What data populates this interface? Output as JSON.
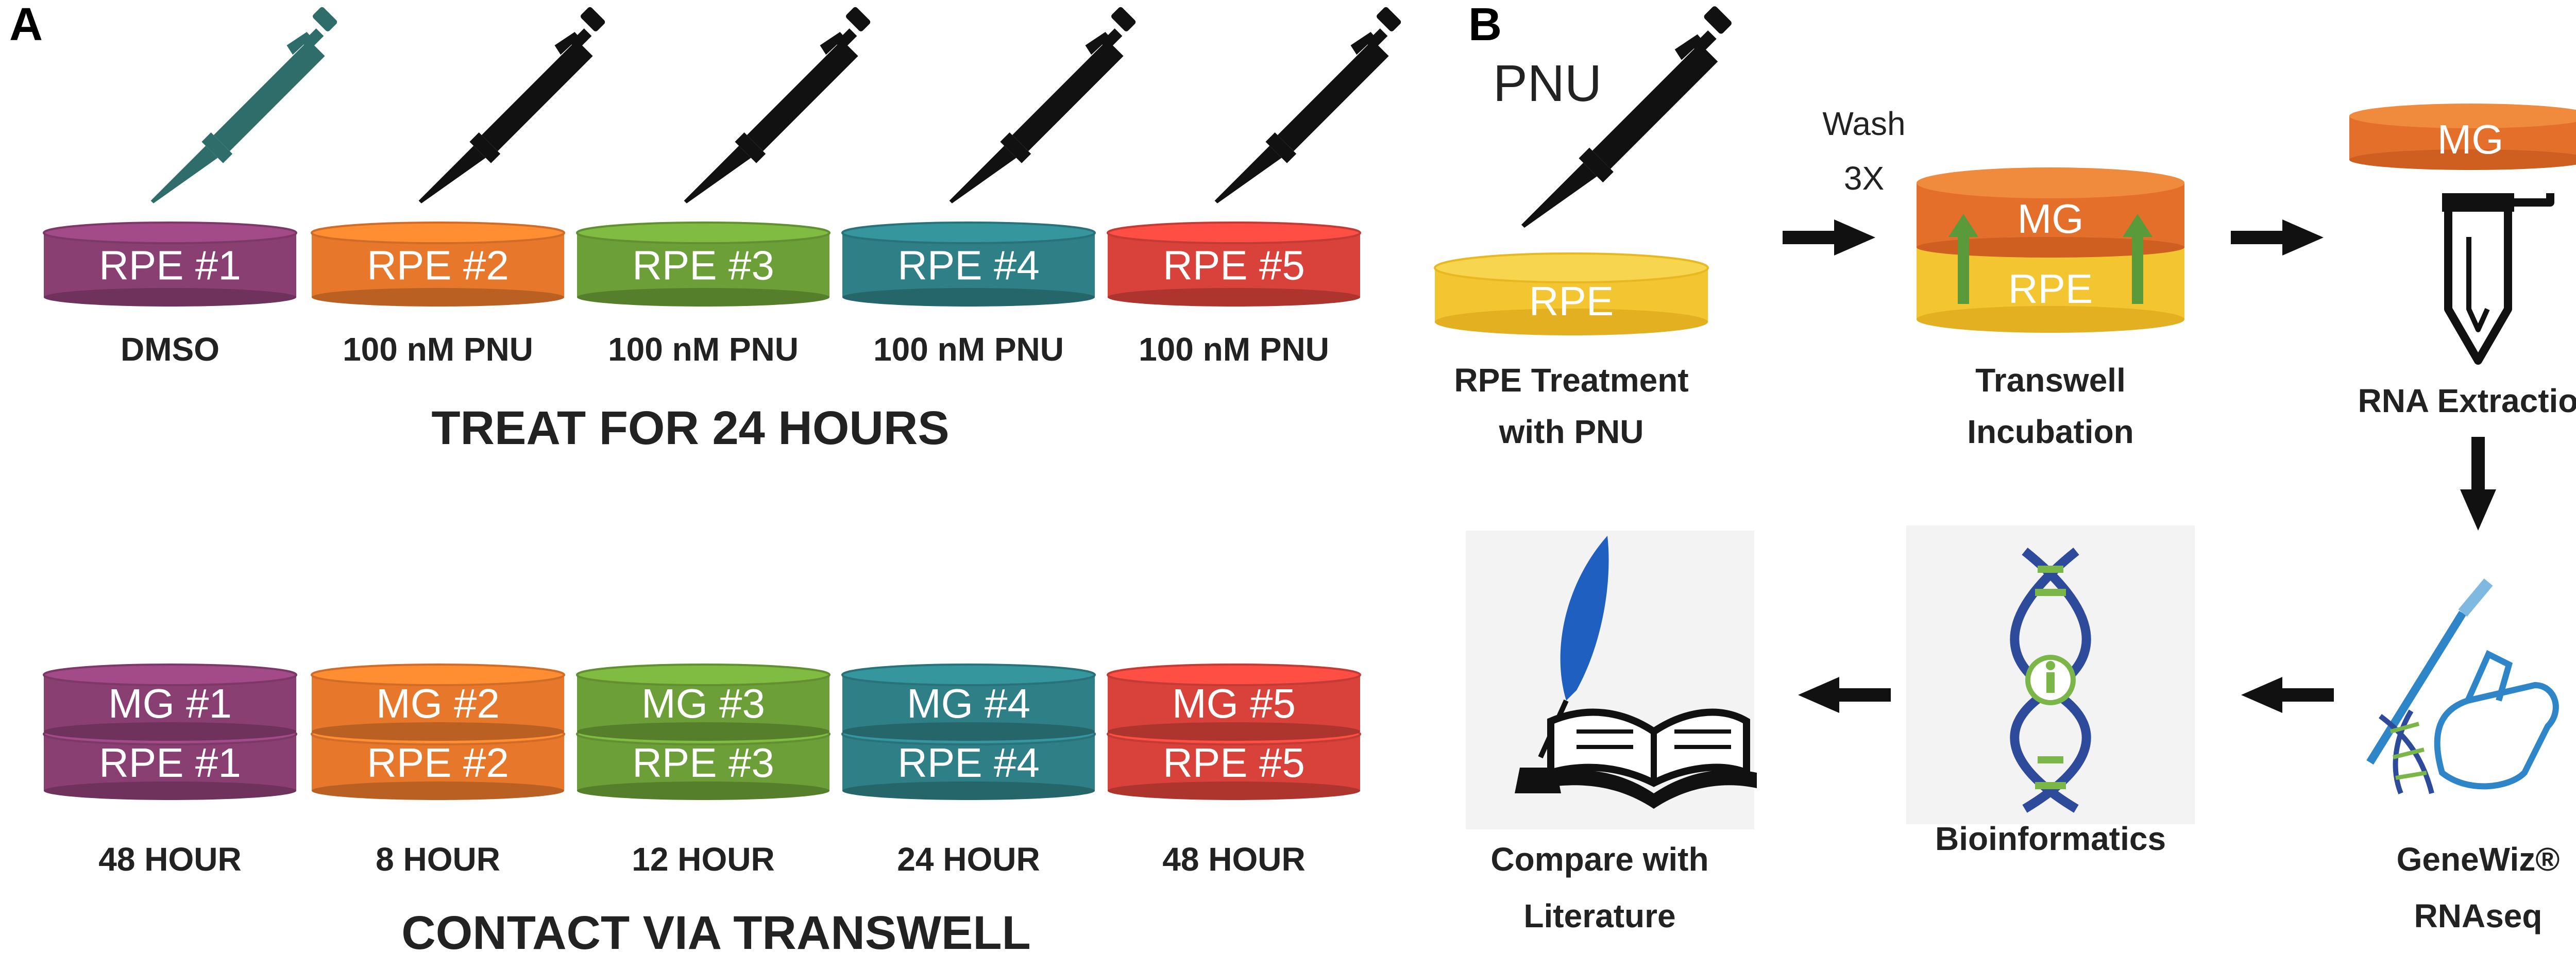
{
  "panels": {
    "a": "A",
    "b": "B"
  },
  "colors": {
    "purple": "#8a3f73",
    "orange": "#e7782b",
    "green": "#6c9f37",
    "teal": "#2e7f86",
    "red": "#d8423a",
    "yellow": "#f2c531",
    "dark": "#111111",
    "pipette_teal": "#2f6d6b",
    "arrow_green": "#5a9a3a",
    "quill_blue": "#1f5fbf",
    "dna_blue": "#2e4a9a",
    "dna_green": "#7ab648"
  },
  "panel_a": {
    "pipette_icons": [
      "pipette-icon-teal",
      "pipette-icon",
      "pipette-icon",
      "pipette-icon",
      "pipette-icon"
    ],
    "treat_dishes": [
      {
        "label": "RPE #1",
        "color": "purple",
        "caption": "DMSO"
      },
      {
        "label": "RPE #2",
        "color": "orange",
        "caption": "100 nM PNU"
      },
      {
        "label": "RPE #3",
        "color": "green",
        "caption": "100 nM PNU"
      },
      {
        "label": "RPE #4",
        "color": "teal",
        "caption": "100 nM PNU"
      },
      {
        "label": "RPE #5",
        "color": "red",
        "caption": "100 nM PNU"
      }
    ],
    "treat_title": "TREAT FOR 24 HOURS",
    "stacks": [
      {
        "mg": "MG #1",
        "rpe": "RPE #1",
        "color": "purple",
        "time": "48 HOUR"
      },
      {
        "mg": "MG #2",
        "rpe": "RPE #2",
        "color": "orange",
        "time": "8 HOUR"
      },
      {
        "mg": "MG #3",
        "rpe": "RPE #3",
        "color": "green",
        "time": "12 HOUR"
      },
      {
        "mg": "MG #4",
        "rpe": "RPE #4",
        "color": "teal",
        "time": "24 HOUR"
      },
      {
        "mg": "MG #5",
        "rpe": "RPE #5",
        "color": "red",
        "time": "48 HOUR"
      }
    ],
    "contact_title": "CONTACT VIA TRANSWELL"
  },
  "panel_b": {
    "pnu_label": "PNU",
    "rpe_dish": "RPE",
    "step1": [
      "RPE Treatment",
      "with PNU"
    ],
    "wash": [
      "Wash",
      "3X"
    ],
    "transwell_mg": "MG",
    "transwell_rpe": "RPE",
    "step2": [
      "Transwell",
      "Incubation"
    ],
    "tube_mg": "MG",
    "step3": "RNA Extraction",
    "step4": [
      "GeneWiz®",
      "RNAseq"
    ],
    "step5": "Bioinformatics",
    "step6": [
      "Compare with",
      "Literature"
    ]
  }
}
